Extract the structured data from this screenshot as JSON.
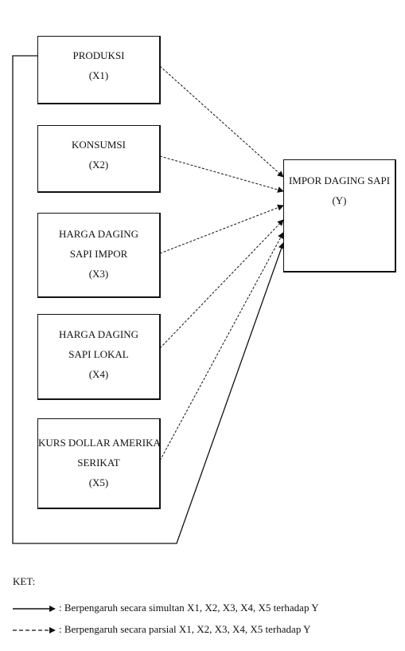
{
  "boxes": [
    {
      "id": "x1",
      "lines": [
        "PRODUKSI",
        "(X1)"
      ]
    },
    {
      "id": "x2",
      "lines": [
        "KONSUMSI",
        "(X2)"
      ]
    },
    {
      "id": "x3",
      "lines": [
        "HARGA DAGING",
        "SAPI IMPOR",
        "(X3)"
      ]
    },
    {
      "id": "x4",
      "lines": [
        "HARGA DAGING",
        "SAPI LOKAL",
        "(X4)"
      ]
    },
    {
      "id": "x5",
      "lines": [
        "KURS DOLLAR AMERIKA",
        "SERIKAT",
        "(X5)"
      ]
    },
    {
      "id": "y",
      "lines": [
        "IMPOR DAGING SAPI",
        "(Y)"
      ]
    }
  ],
  "legend": {
    "title": "KET:",
    "simultaneous": ": Berpengaruh secara simultan X1, X2, X3, X4, X5 terhadap Y",
    "partial": ": Berpengaruh secara parsial X1, X2, X3, X4, X5 terhadap Y"
  }
}
